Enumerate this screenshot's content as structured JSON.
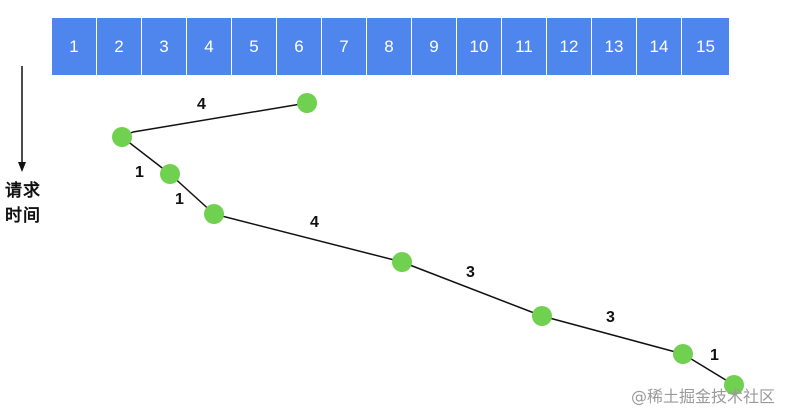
{
  "slots": [
    "1",
    "2",
    "3",
    "4",
    "5",
    "6",
    "7",
    "8",
    "9",
    "10",
    "11",
    "12",
    "13",
    "14",
    "15"
  ],
  "axis_label_line1": "请求",
  "axis_label_line2": "时间",
  "edge_labels": [
    "4",
    "1",
    "1",
    "4",
    "3",
    "3",
    "1"
  ],
  "watermark": "@稀土掘金技术社区",
  "colors": {
    "slot_fill": "#4f86ee",
    "node_fill": "#6fd14f",
    "edge": "#111111"
  }
}
